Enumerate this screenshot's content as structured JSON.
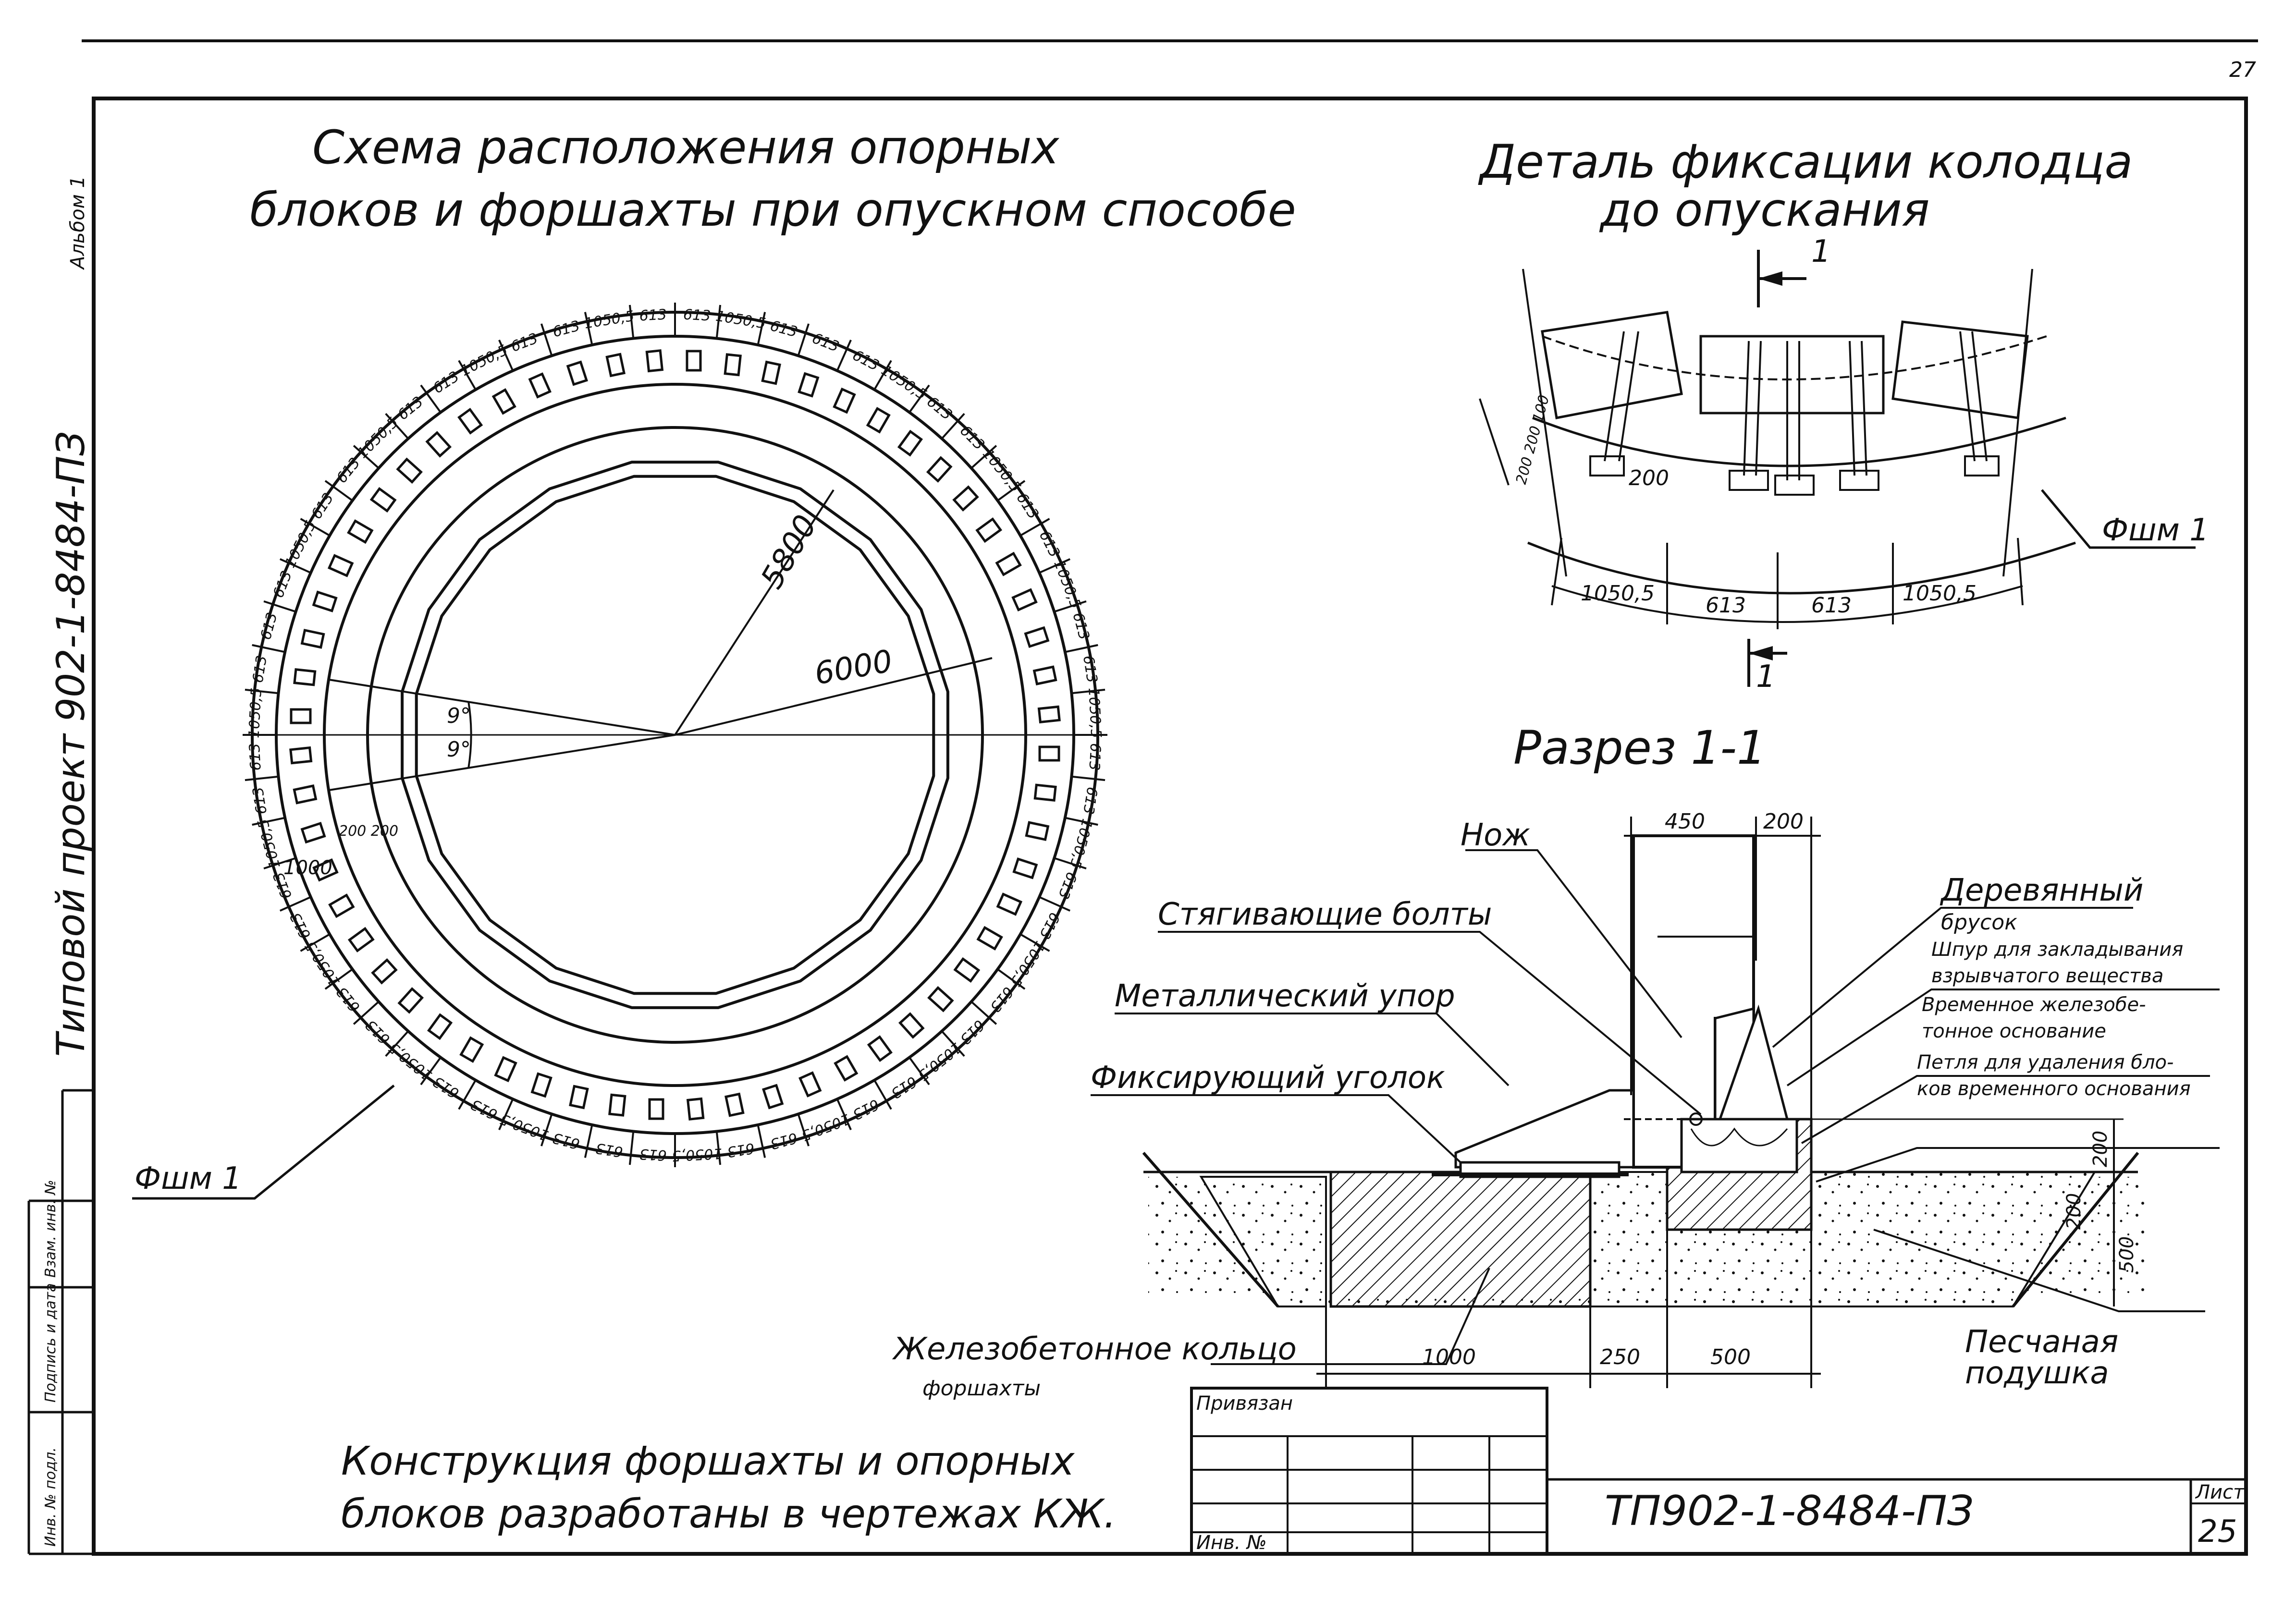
{
  "page_number": "27",
  "side_stamp": {
    "project": "Типовой проект 902-1-8484-ПЗ",
    "album": "Альбом 1",
    "inv_label": "Взам. инв. №",
    "sign_label": "Подпись и дата",
    "orig_label": "Инв. № подл."
  },
  "plan": {
    "title_line1": "Схема расположения опорных",
    "title_line2": "блоков и форшахты при опускном способе",
    "radius_outer": "6000",
    "radius_inner": "5800",
    "angle1": "9°",
    "angle2": "9°",
    "dim_1000": "1000",
    "dim_200": "200 200",
    "callout_fsh": "Фшм 1",
    "segment_labels": [
      "613",
      "613",
      "1050,5",
      "613",
      "613",
      "1050,5",
      "613",
      "613",
      "1050,5",
      "613",
      "613",
      "1050,5",
      "613",
      "613",
      "1050,5",
      "613"
    ]
  },
  "detail": {
    "title_line1": "Деталь фиксации колодца",
    "title_line2": "до опускания",
    "cut_mark": "1",
    "dims": [
      "1050,5",
      "613",
      "613",
      "1050,5"
    ],
    "dim_200": "200",
    "dim_vert": "200 200 100",
    "callout_fsh": "Фшм 1"
  },
  "section": {
    "title": "Разрез 1-1",
    "dim_top": [
      "450",
      "200"
    ],
    "dim_bottom": [
      "1000",
      "250",
      "500"
    ],
    "dim_right": [
      "200",
      "200",
      "500"
    ],
    "labels": {
      "knife": "Нож",
      "bolts": "Стягивающие болты",
      "stop": "Металлический упор",
      "angle": "Фиксирующий уголок",
      "beam1": "Деревянный",
      "beam2": "брусок",
      "pit1": "Шпур для закладывания",
      "pit2": "взрывчатого вещества",
      "base1": "Временное железобе-",
      "base2": "тонное основание",
      "loop1": "Петля для удаления бло-",
      "loop2": "ков временного основания",
      "ring1": "Железобетонное кольцо",
      "ring2": "форшахты",
      "sand1": "Песчаная",
      "sand2": "подушка"
    }
  },
  "note_line1": "Конструкция форшахты и опорных",
  "note_line2": "блоков разработаны в чертежах КЖ.",
  "title_block": {
    "tied": "Привязан",
    "inv": "Инв. №",
    "code": "ТП902-1-8484-ПЗ",
    "sheet_label": "Лист",
    "sheet_no": "25"
  }
}
